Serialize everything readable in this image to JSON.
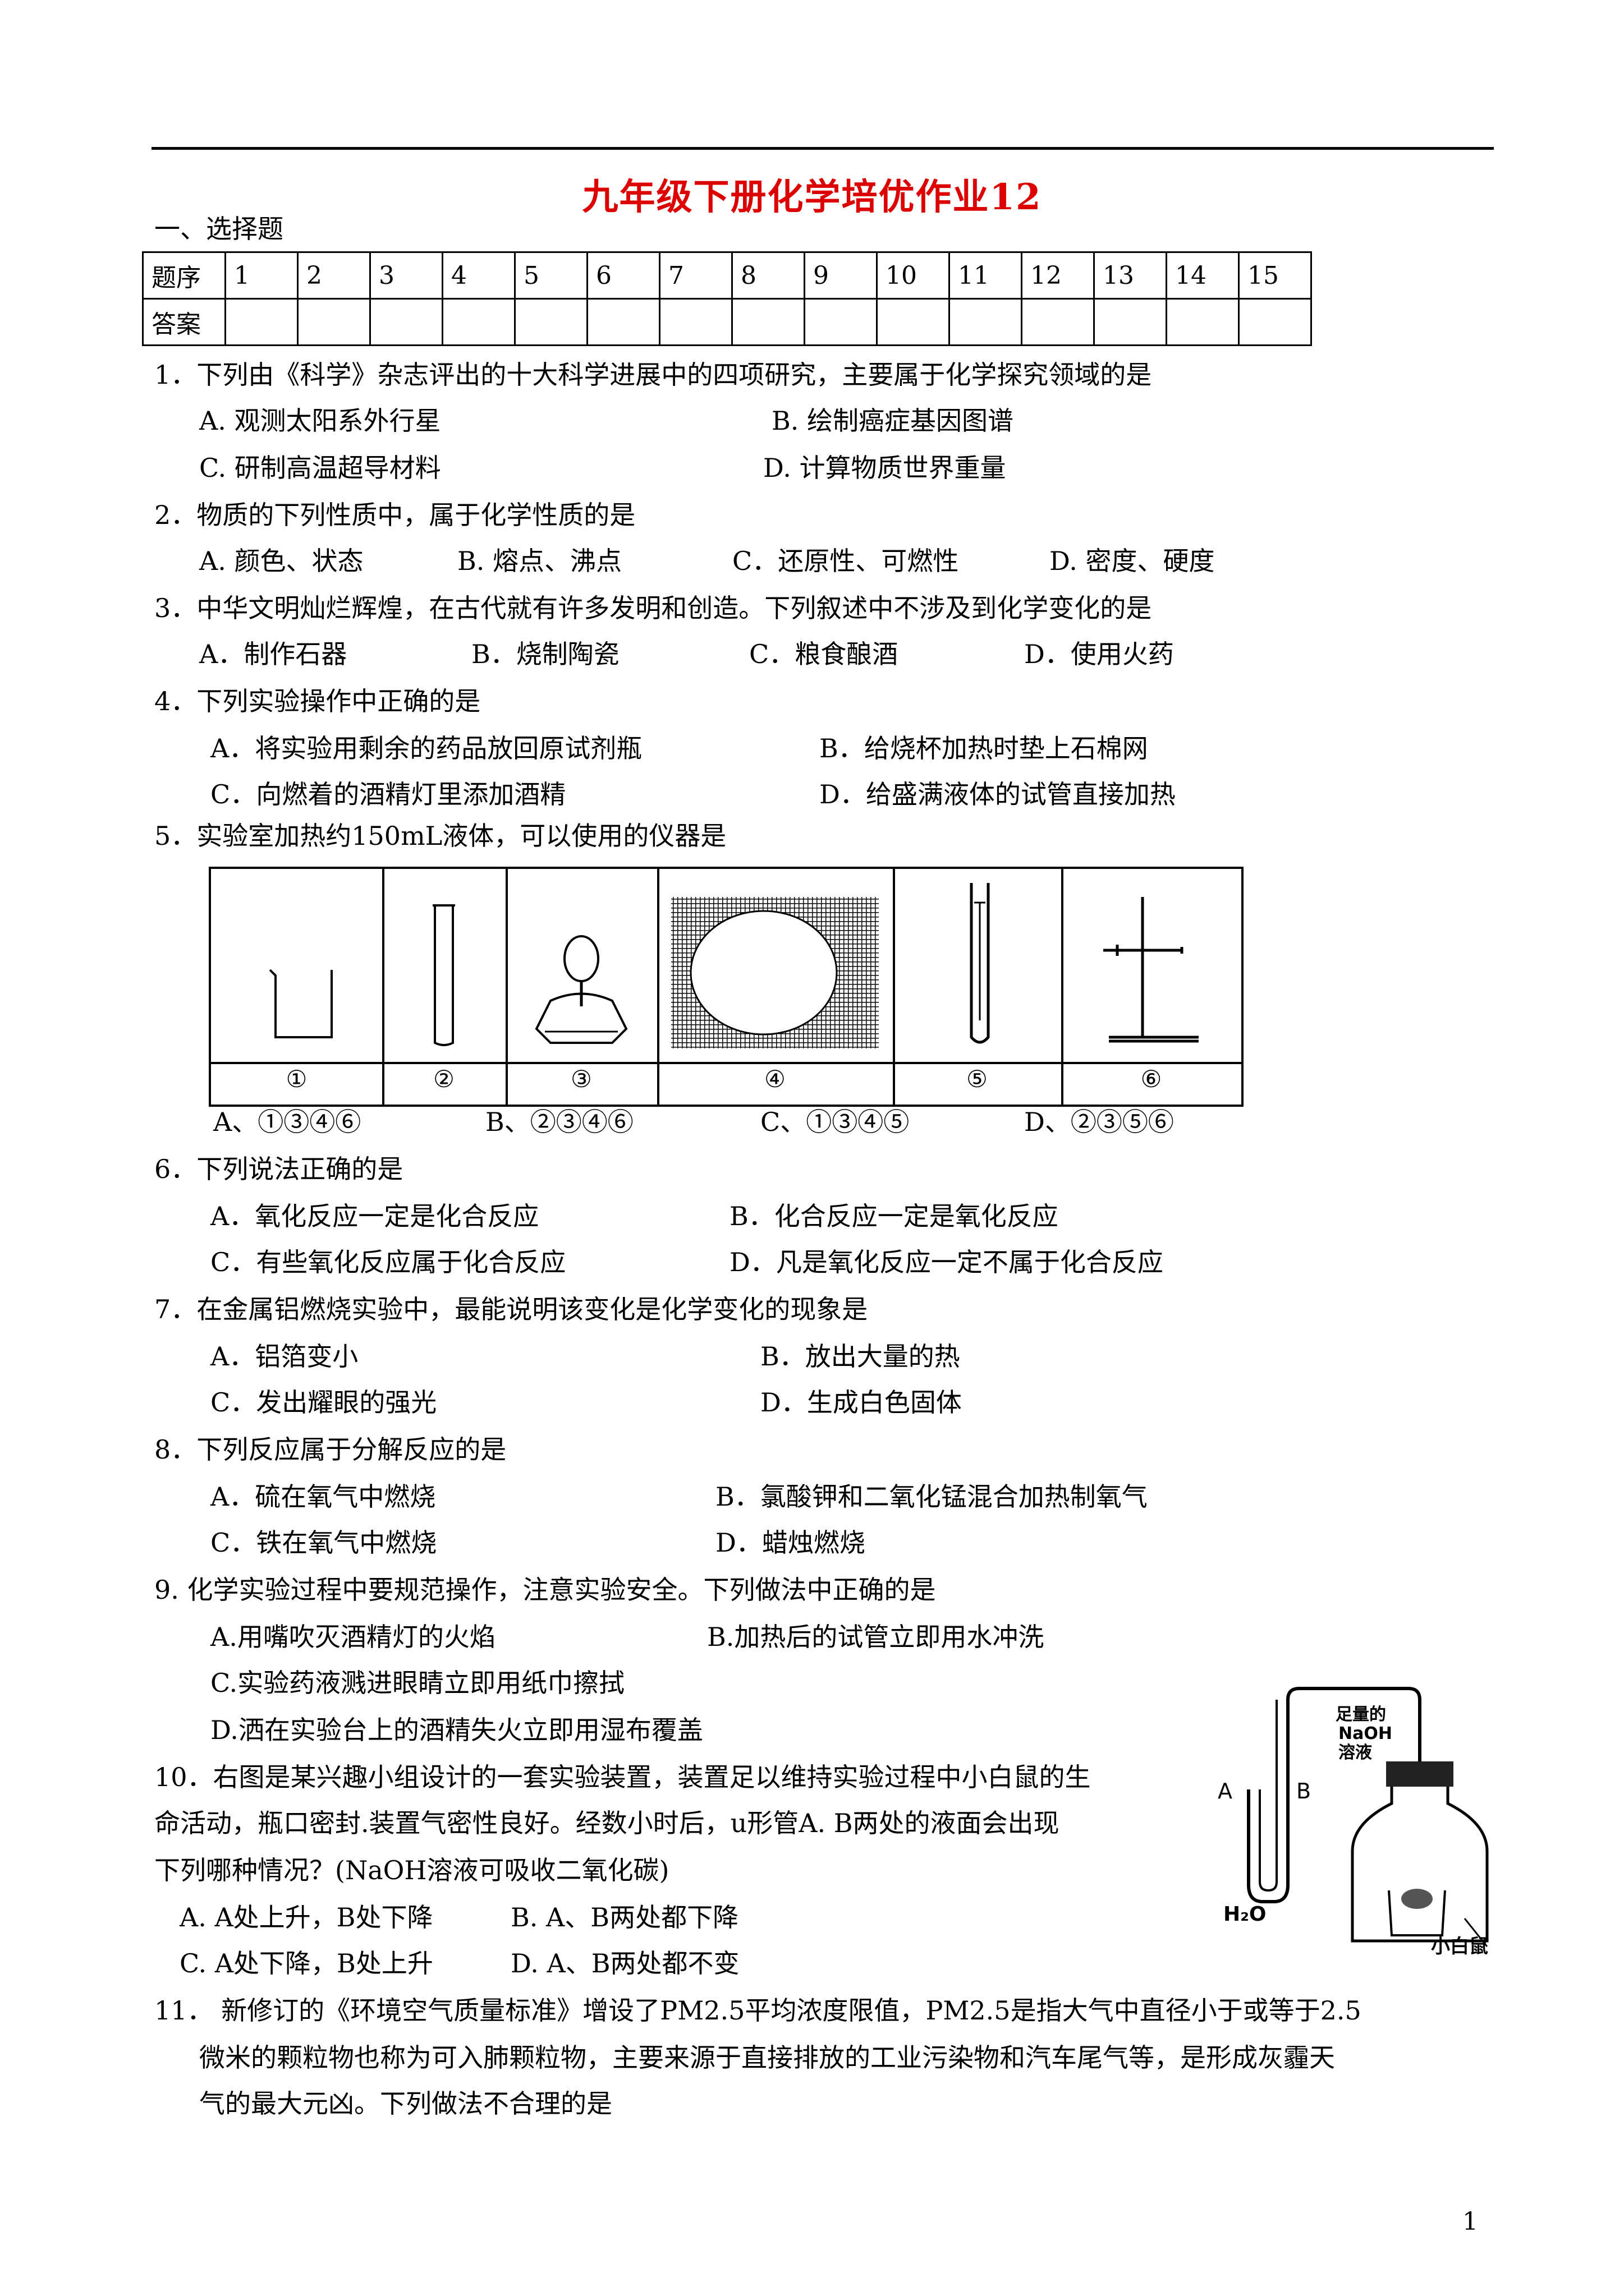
{
  "title": "九年级下册化学培优作业12",
  "section1": "一、选择题",
  "answer_table": {
    "row1_head": "题序",
    "row2_head": "答案",
    "numbers": [
      "1",
      "2",
      "3",
      "4",
      "5",
      "6",
      "7",
      "8",
      "9",
      "10",
      "11",
      "12",
      "13",
      "14",
      "15"
    ]
  },
  "questions": {
    "q1": {
      "stem": "1．下列由《科学》杂志评出的十大科学进展中的四项研究，主要属于化学探究领域的是",
      "A": "A. 观测太阳系外行星",
      "B": "B. 绘制癌症基因图谱",
      "C": "C. 研制高温超导材料",
      "D": "D. 计算物质世界重量"
    },
    "q2": {
      "stem": "2．物质的下列性质中，属于化学性质的是",
      "A": "A. 颜色、状态",
      "B": "B. 熔点、沸点",
      "C": "C．还原性、可燃性",
      "D": "D. 密度、硬度"
    },
    "q3": {
      "stem": "3．中华文明灿烂辉煌，在古代就有许多发明和创造。下列叙述中不涉及到化学变化的是",
      "A": "A．制作石器",
      "B": "B．烧制陶瓷",
      "C": "C．粮食酿酒",
      "D": "D．使用火药"
    },
    "q4": {
      "stem": "4．下列实验操作中正确的是",
      "A": "A．将实验用剩余的药品放回原试剂瓶",
      "B": "B．给烧杯加热时垫上石棉网",
      "C": "C．向燃着的酒精灯里添加酒精",
      "D": "D．给盛满液体的试管直接加热"
    },
    "q5": {
      "stem": "5．实验室加热约150mL液体，可以使用的仪器是",
      "labels": [
        "①",
        "②",
        "③",
        "④",
        "⑤",
        "⑥"
      ],
      "A": "A、①③④⑥",
      "B": "B、②③④⑥",
      "C": "C、①③④⑤",
      "D": "D、②③⑤⑥"
    },
    "q6": {
      "stem": "6．下列说法正确的是",
      "A": "A．氧化反应一定是化合反应",
      "B": "B．化合反应一定是氧化反应",
      "C": "C．有些氧化反应属于化合反应",
      "D": "D．凡是氧化反应一定不属于化合反应"
    },
    "q7": {
      "stem": "7．在金属铝燃烧实验中，最能说明该变化是化学变化的现象是",
      "A": "A．铝箔变小",
      "B": "B．放出大量的热",
      "C": "C．发出耀眼的强光",
      "D": "D．生成白色固体"
    },
    "q8": {
      "stem": "8．下列反应属于分解反应的是",
      "A": "A．硫在氧气中燃烧",
      "B": "B．氯酸钾和二氧化锰混合加热制氧气",
      "C": "C．铁在氧气中燃烧",
      "D": "D．蜡烛燃烧"
    },
    "q9": {
      "stem": "9. 化学实验过程中要规范操作，注意实验安全。下列做法中正确的是",
      "A": "A.用嘴吹灭酒精灯的火焰",
      "B": "B.加热后的试管立即用水冲洗",
      "C": "C.实验药液溅进眼睛立即用纸巾擦拭",
      "D": "D.洒在实验台上的酒精失火立即用湿布覆盖"
    },
    "q10": {
      "line1": "10．右图是某兴趣小组设计的一套实验装置，装置足以维持实验过程中小白鼠的生",
      "line2": "命活动，瓶口密封.装置气密性良好。经数小时后，u形管A. B两处的液面会出现",
      "line3": "下列哪种情况？(NaOH溶液可吸收二氧化碳)",
      "A": "A.  A处上升，B处下降",
      "B": "B.  A、B两处都下降",
      "C": "C.  A处下降，B处上升",
      "D": "D.  A、B两处都不变",
      "fig_labels": {
        "A": "A",
        "B": "B",
        "water": "H₂O",
        "naoh1": "足量的",
        "naoh2": "NaOH",
        "naoh3": "溶液",
        "mouse": "小白鼠"
      }
    },
    "q11": {
      "line1": "11． 新修订的《环境空气质量标准》增设了PM2.5平均浓度限值，PM2.5是指大气中直径小于或等于2.5",
      "line2": "微米的颗粒物也称为可入肺颗粒物，主要来源于直接排放的工业污染物和汽车尾气等，是形成灰霾天",
      "line3": "气的最大元凶。下列做法不合理的是"
    }
  },
  "page_number": "1"
}
